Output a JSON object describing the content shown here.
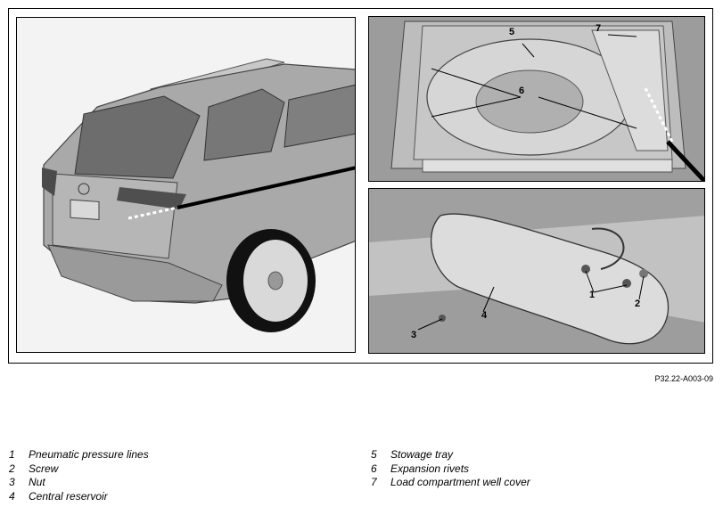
{
  "callouts": {
    "c1": "1",
    "c2": "2",
    "c3": "3",
    "c4": "4",
    "c5": "5",
    "c6": "6",
    "c7": "7"
  },
  "figure_code": "P32.22-A003-09",
  "legend": {
    "col1": [
      {
        "num": "1",
        "text": "Pneumatic pressure lines"
      },
      {
        "num": "2",
        "text": "Screw"
      },
      {
        "num": "3",
        "text": "Nut"
      },
      {
        "num": "4",
        "text": "Central reservoir"
      }
    ],
    "col2": [
      {
        "num": "5",
        "text": "Stowage tray"
      },
      {
        "num": "6",
        "text": "Expansion rivets"
      },
      {
        "num": "7",
        "text": "Load compartment well cover"
      }
    ]
  }
}
